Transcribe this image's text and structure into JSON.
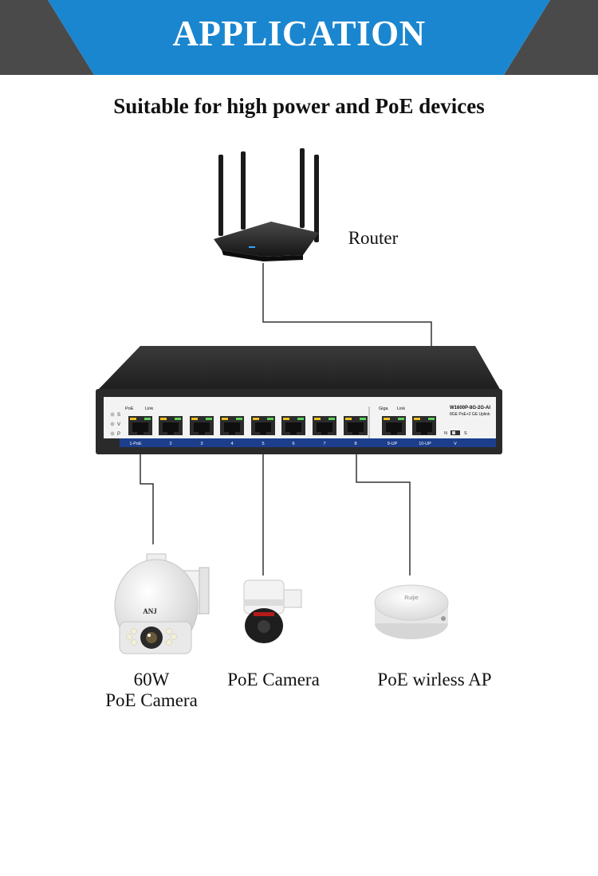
{
  "banner": {
    "title": "APPLICATION",
    "color": "#1a86d0",
    "dark": "#4a4a4a"
  },
  "subtitle": "Suitable for high power and PoE devices",
  "router": {
    "label": "Router"
  },
  "switch": {
    "model": "W1600P-8G-2G-AI",
    "desc": "8GE PoE+2 GE Uplink",
    "led_labels": [
      "S",
      "V",
      "P"
    ],
    "poe_label": "PoE",
    "link_label": "Link",
    "giga_label": "Giga",
    "link_label_2": "Link",
    "port_labels": [
      "1-PoE",
      "2",
      "3",
      "4",
      "5",
      "6",
      "7",
      "8",
      "9-UP",
      "10-UP",
      "V"
    ],
    "switch_letters": [
      "N",
      "S"
    ]
  },
  "devices": {
    "ptz_brand": "ANJ",
    "ptz_label_line1": "60W",
    "ptz_label_line2": "PoE Camera",
    "cam_label": "PoE Camera",
    "ap_label": "PoE wirless AP",
    "ap_brand": "Ruijie"
  }
}
